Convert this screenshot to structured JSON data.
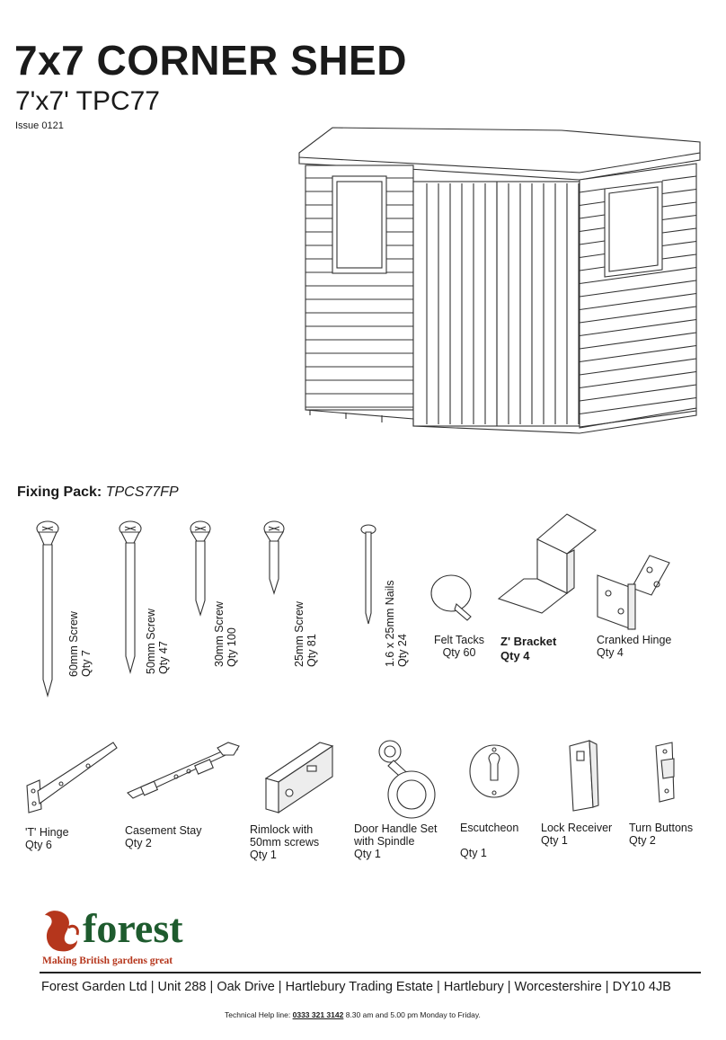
{
  "header": {
    "title": "7x7 CORNER SHED",
    "subtitle": "7'x7' TPC77",
    "issue": "Issue 0121"
  },
  "fixing_pack": {
    "label": "Fixing Pack:",
    "code": "TPCS77FP"
  },
  "parts_row1": [
    {
      "name": "60mm Screw",
      "qty": "Qty 7"
    },
    {
      "name": "50mm Screw",
      "qty": "Qty 47"
    },
    {
      "name": "30mm Screw",
      "qty": "Qty 100"
    },
    {
      "name": "25mm Screw",
      "qty": "Qty 81"
    },
    {
      "name": "1.6 x 25mm Nails",
      "qty": "Qty 24"
    },
    {
      "name": "Felt Tacks",
      "qty": "Qty 60"
    },
    {
      "name": "Z' Bracket",
      "qty": "Qty 4"
    },
    {
      "name": "Cranked Hinge",
      "qty": "Qty 4"
    }
  ],
  "parts_row2": [
    {
      "name": "'T' Hinge",
      "qty": "Qty 6"
    },
    {
      "name": "Casement Stay",
      "qty": "Qty 2"
    },
    {
      "name": "Rimlock with",
      "name2": "50mm screws",
      "qty": "Qty 1"
    },
    {
      "name": "Door Handle Set",
      "name2": "with Spindle",
      "qty": "Qty 1"
    },
    {
      "name": "Escutcheon",
      "qty": "Qty 1"
    },
    {
      "name": "Lock Receiver",
      "qty": "Qty 1"
    },
    {
      "name": "Turn Buttons",
      "qty": "Qty 2"
    }
  ],
  "brand": {
    "name": "forest",
    "tagline": "Making British gardens great",
    "accent_green": "#1e5b2e",
    "accent_red": "#b5361c"
  },
  "footer": {
    "address": "Forest Garden Ltd | Unit 288 | Oak Drive | Hartlebury Trading Estate | Hartlebury | Worcestershire | DY10 4JB",
    "help_prefix": "Technical Help line:",
    "help_phone": "0333 321 3142",
    "help_hours": "8.30 am and 5.00 pm  Monday to Friday."
  }
}
